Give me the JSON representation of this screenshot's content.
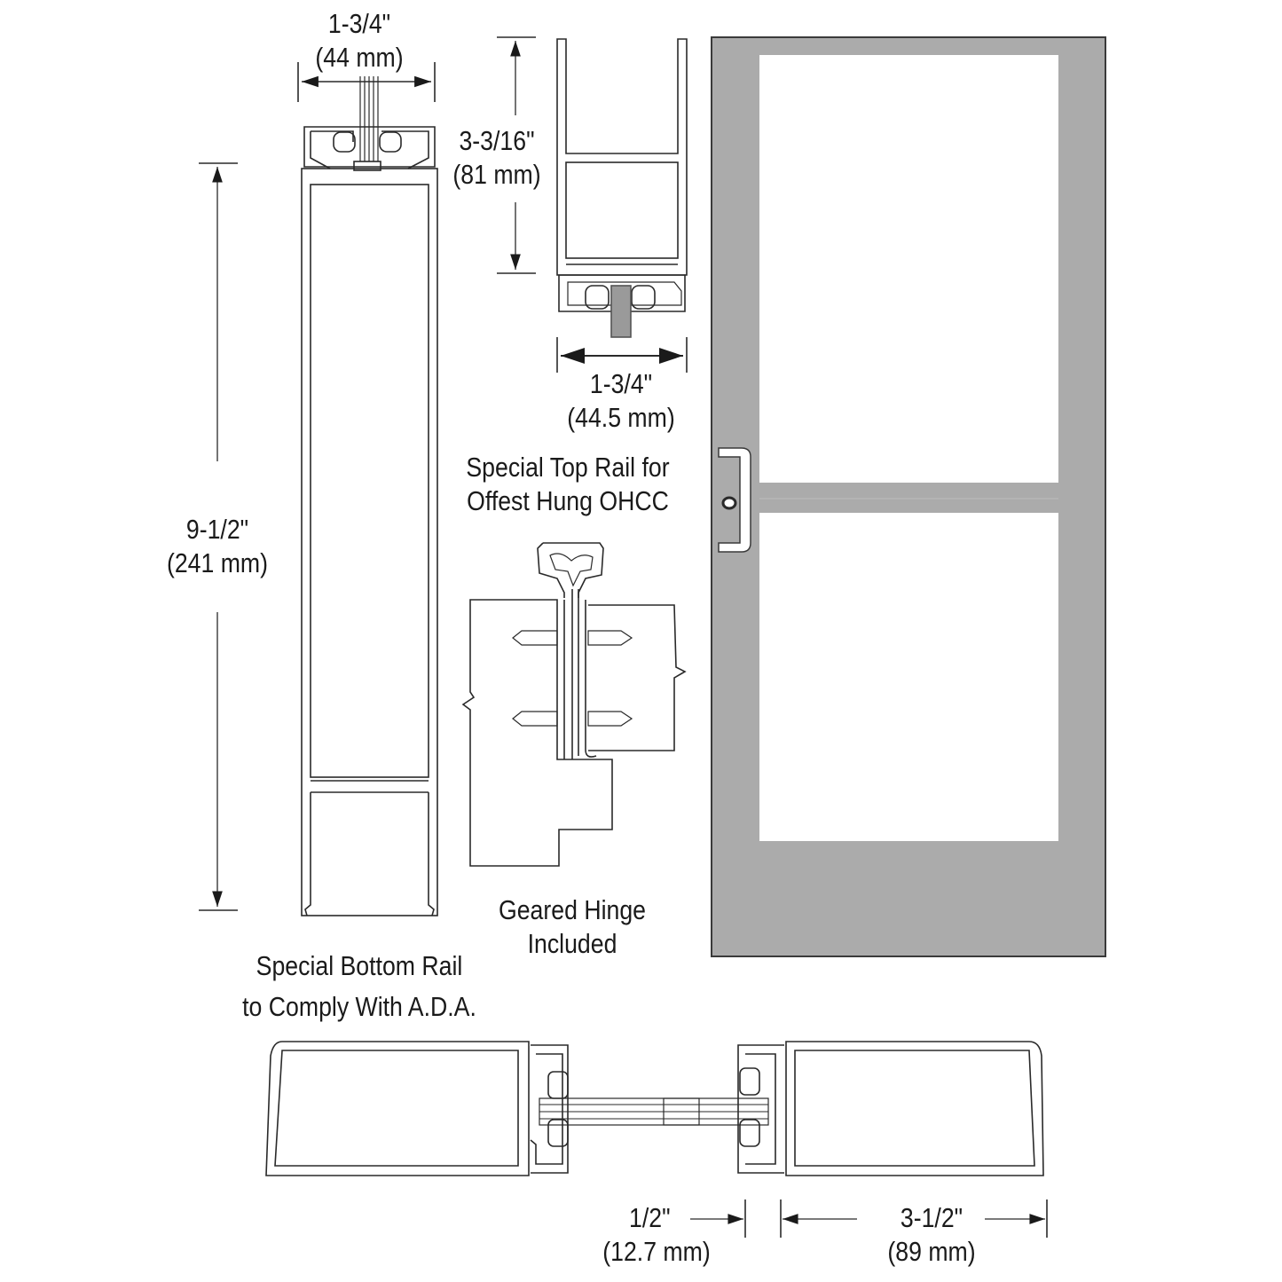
{
  "colors": {
    "door_frame": "#ababab",
    "door_edge": "#3a3a3a",
    "line": "#2a2a2a",
    "glass_gray": "#9a9a9a",
    "background": "#ffffff"
  },
  "dimensions": {
    "top_width": {
      "imperial": "1-3/4\"",
      "metric": "(44 mm)"
    },
    "top_rail_height": {
      "imperial": "3-3/16\"",
      "metric": "(81 mm)"
    },
    "top_rail_width": {
      "imperial": "1-3/4\"",
      "metric": "(44.5 mm)"
    },
    "bottom_rail_height": {
      "imperial": "9-1/2\"",
      "metric": "(241 mm)"
    },
    "glass_stop": {
      "imperial": "1/2\"",
      "metric": "(12.7 mm)"
    },
    "stile_width": {
      "imperial": "3-1/2\"",
      "metric": "(89 mm)"
    }
  },
  "captions": {
    "top_rail": {
      "line1": "Special Top Rail for",
      "line2": "Offest Hung OHCC"
    },
    "hinge": {
      "line1": "Geared Hinge",
      "line2": "Included"
    },
    "bottom_rail": {
      "line1": "Special Bottom Rail",
      "line2": "to Comply With A.D.A."
    }
  },
  "components": [
    {
      "id": "bottom-rail-section",
      "label": "Special Bottom Rail"
    },
    {
      "id": "top-rail-section",
      "label": "Special Top Rail"
    },
    {
      "id": "geared-hinge",
      "label": "Geared Hinge"
    },
    {
      "id": "door-elevation",
      "label": "Door with mid rail and pull handle"
    },
    {
      "id": "stile-sections",
      "label": "Stile cross-sections"
    }
  ]
}
